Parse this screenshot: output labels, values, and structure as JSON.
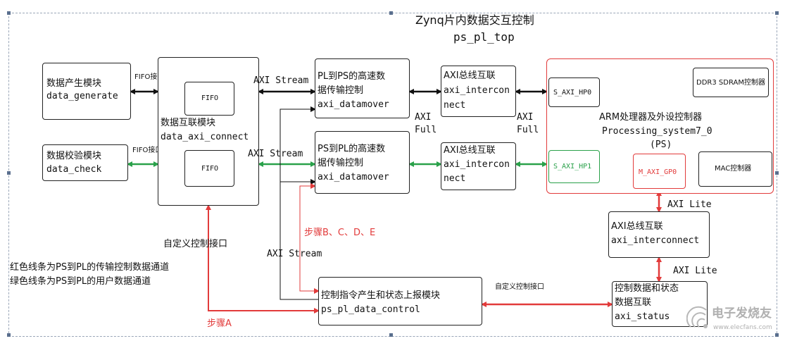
{
  "title": {
    "line1": "Zynq片内数据交互控制",
    "line2": "ps_pl_top"
  },
  "blocks": {
    "data_generate": {
      "cn": "数据产生模块",
      "en": "data_generate"
    },
    "data_check": {
      "cn": "数据校验模块",
      "en": "data_check"
    },
    "data_axi_connect": {
      "cn": "数据互联模块",
      "en": "data_axi_connect",
      "fifo_top": "FIFO",
      "fifo_bottom": "FIFO"
    },
    "pl_to_ps": {
      "l1": "PL到PS的高速数",
      "l2": "据传输控制",
      "l3": "axi_datamover"
    },
    "ps_to_pl": {
      "l1": "PS到PL的高速数",
      "l2": "据传输控制",
      "l3": "axi_datamover"
    },
    "axi_ic_top": {
      "l1": "AXI总线互联",
      "l2": "axi_intercon",
      "l3": "nect"
    },
    "axi_ic_mid": {
      "l1": "AXI总线互联",
      "l2": "axi_intercon",
      "l3": "nect"
    },
    "ps": {
      "s_axi_hp0": "S_AXI_HP0",
      "ddr3": "DDR3 SDRAM控制器",
      "l1": "ARM处理器及外设控制器",
      "l2": "Processing_system7_0",
      "l3": "(PS)",
      "s_axi_hp1": "S_AXI_HP1",
      "m_axi_gp0": "M_AXI_GP0",
      "mac": "MAC控制器"
    },
    "axi_ic_lite": {
      "l1": "AXI总线互联",
      "l2": "axi_interconnect"
    },
    "axi_status": {
      "l1": "控制数据和状态",
      "l2": "数据互联",
      "l3": "axi_status"
    },
    "data_control": {
      "cn": "控制指令产生和状态上报模块",
      "en": "ps_pl_data_control"
    }
  },
  "labels": {
    "fifo_port_top": "FIFO接口",
    "fifo_port_bottom": "FIFO接口",
    "axi_stream_top": "AXI Stream",
    "axi_stream_mid": "AXI Stream",
    "axi_stream_low": "AXI Stream",
    "axi_full_left_1": "AXI",
    "axi_full_left_2": "Full",
    "axi_full_right_1": "AXI",
    "axi_full_right_2": "Full",
    "axi_lite_top": "AXI Lite",
    "axi_lite_bottom": "AXI Lite",
    "custom_ctrl_left": "自定义控制接口",
    "custom_ctrl_right": "自定义控制接口",
    "steps_bcde": "步骤B、C、D、E",
    "step_a": "步骤A"
  },
  "legend": {
    "red_line": "红色线条为PS到PL的传输控制数据通道",
    "green_line": "绿色线条为PS到PL的用户数据通道"
  },
  "watermark": {
    "text": "电子发烧友",
    "url": "www.elecfans.com"
  },
  "colors": {
    "red": "#e23b3b",
    "green": "#2aa14a",
    "black": "#111111"
  }
}
